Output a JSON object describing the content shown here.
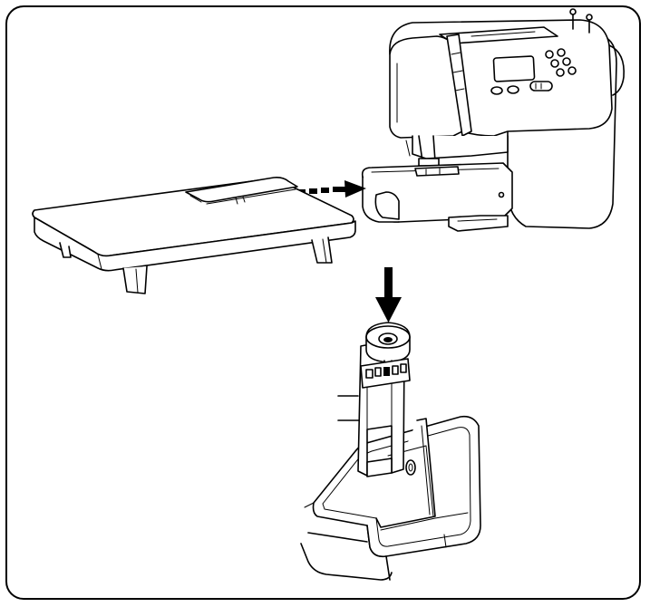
{
  "illustration": {
    "panels": [
      "sewing-machine",
      "extension-table",
      "accessory-compartment"
    ],
    "arrows": [
      {
        "name": "attach-table-arrow",
        "style": "dashed",
        "direction": "right"
      },
      {
        "name": "press-down-arrow",
        "style": "solid",
        "direction": "down"
      }
    ],
    "colors": {
      "line": "#000000",
      "background": "#ffffff"
    }
  }
}
